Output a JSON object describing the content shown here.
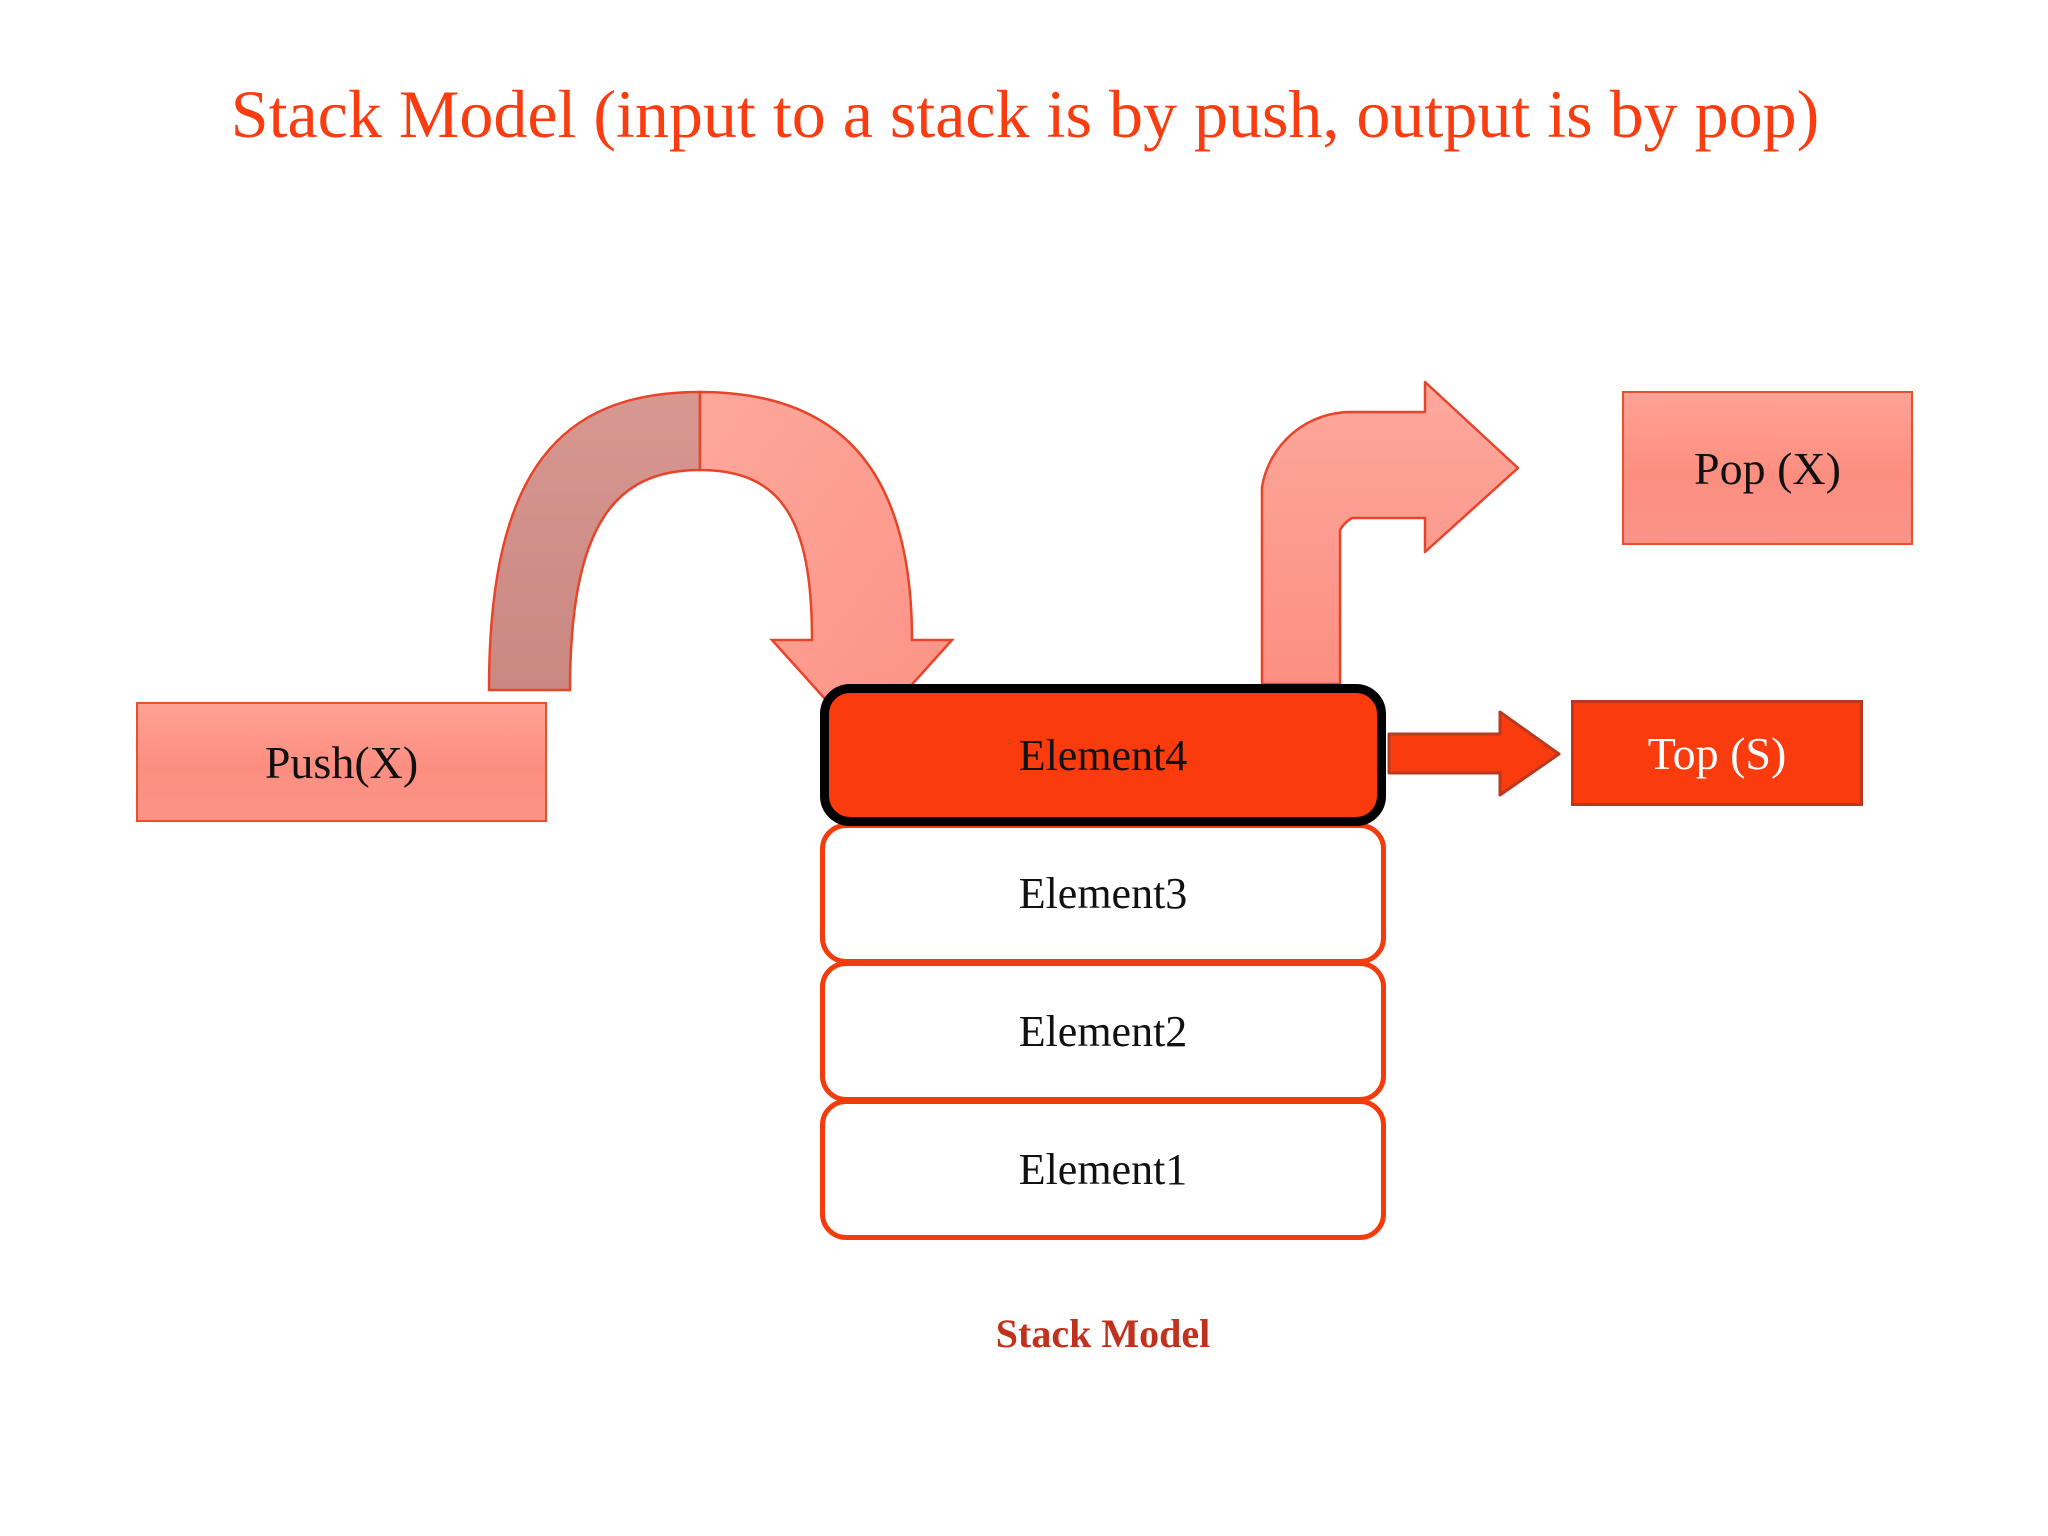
{
  "slide": {
    "title": "Stack Model (input to a stack is by push, output is by pop)",
    "caption": "Stack Model",
    "background_color": "#FFFFFF",
    "title_color": "#FA3C11",
    "caption_color": "#C0321E"
  },
  "boxes": {
    "push": {
      "label": "Push(X)",
      "fill_color": "#FC8E80",
      "border_color": "#E8512A",
      "text_color": "#111111"
    },
    "pop": {
      "label": "Pop (X)",
      "fill_color": "#FC8E80",
      "border_color": "#E8512A",
      "text_color": "#111111"
    },
    "top": {
      "label": "Top (S)",
      "fill_color": "#F93B0E",
      "border_color": "#B93820",
      "text_color": "#FFFFFF"
    }
  },
  "stack": {
    "name": "Stack Model",
    "highlight_index": 0,
    "highlight_fill": "#F93B0E",
    "highlight_border": "#000000",
    "cell_fill": "#FFFFFF",
    "cell_border": "#F33C0D",
    "cells": [
      {
        "label": "Element4",
        "highlighted": true
      },
      {
        "label": "Element3",
        "highlighted": false
      },
      {
        "label": "Element2",
        "highlighted": false
      },
      {
        "label": "Element1",
        "highlighted": false
      }
    ]
  },
  "arrows": {
    "push_arrow": {
      "name": "curved-push-arrow",
      "from": "Push(X)",
      "to": "Element4",
      "fill_light": "#FCA196",
      "fill_shaded": "#CE8A84",
      "outline_color": "#E8442A"
    },
    "pop_arrow": {
      "name": "elbow-pop-arrow",
      "from": "Element4",
      "to": "Pop (X)",
      "fill_color": "#FC9A8D",
      "outline_color": "#E8442A"
    },
    "top_arrow": {
      "name": "top-pointer-arrow",
      "from": "Element4",
      "to": "Top (S)",
      "fill_color": "#F93B0E",
      "outline_color": "#B93820"
    }
  }
}
